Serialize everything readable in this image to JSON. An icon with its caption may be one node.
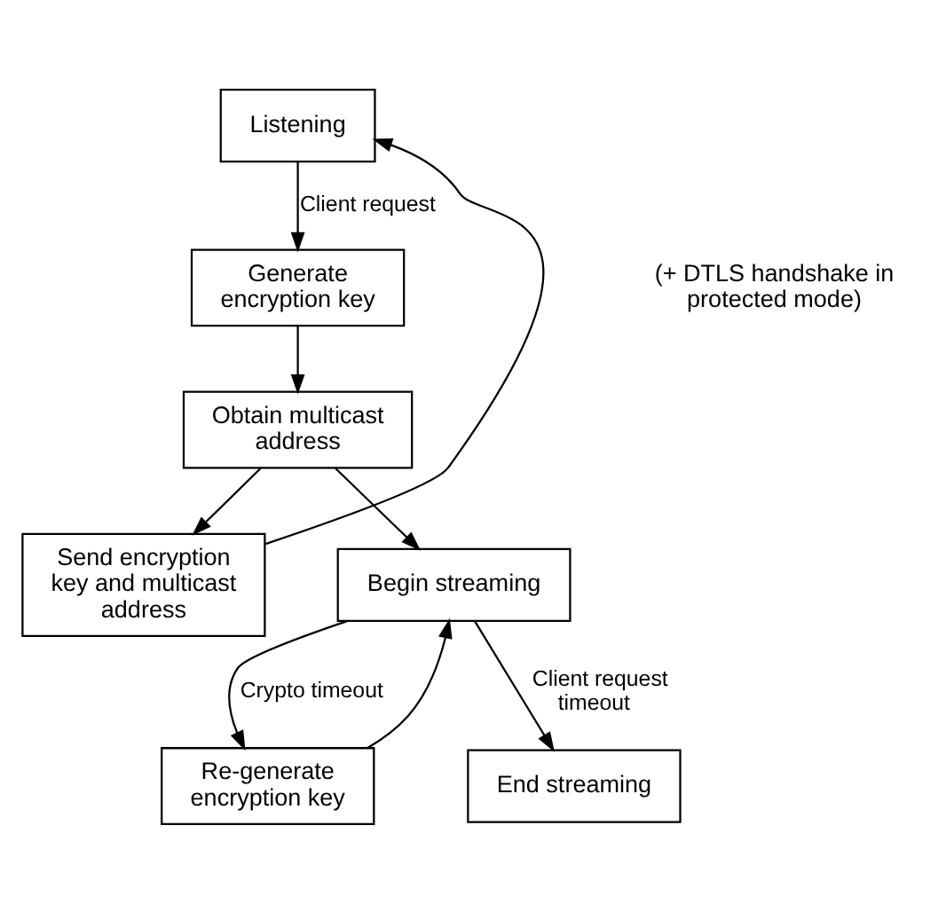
{
  "diagram": {
    "nodes": [
      {
        "text": [
          "Listening"
        ]
      },
      {
        "text": [
          "Generate encryption key"
        ]
      },
      {
        "text": [
          "Obtain multicast address"
        ]
      },
      {
        "text": [
          "Send encryption key and multicast address"
        ]
      },
      {
        "text": [
          "Begin streaming"
        ]
      },
      {
        "text": [
          "Re-generate encryption key"
        ]
      },
      {
        "text": [
          "End streaming"
        ]
      }
    ],
    "edges": [
      {
        "from": 0,
        "to": 1,
        "arrow": "to",
        "label": "Client request"
      },
      {
        "from": 1,
        "to": 2,
        "arrow": "to"
      },
      {
        "from": 2,
        "to": 4,
        "arrow": "to"
      },
      {
        "from": 2,
        "to": 3,
        "arrow": "to"
      },
      {
        "from": 3,
        "to": 0,
        "arrow": "to"
      },
      {
        "from": 4,
        "to": 5,
        "arrow": "to",
        "label": "Crypto timeout"
      },
      {
        "from": 5,
        "to": 4,
        "arrow": "to"
      },
      {
        "from": 4,
        "to": 6,
        "arrow": "to",
        "label": "Client request timeout"
      }
    ],
    "labels": [
      "(+ DTLS handshake in protected mode)"
    ]
  }
}
